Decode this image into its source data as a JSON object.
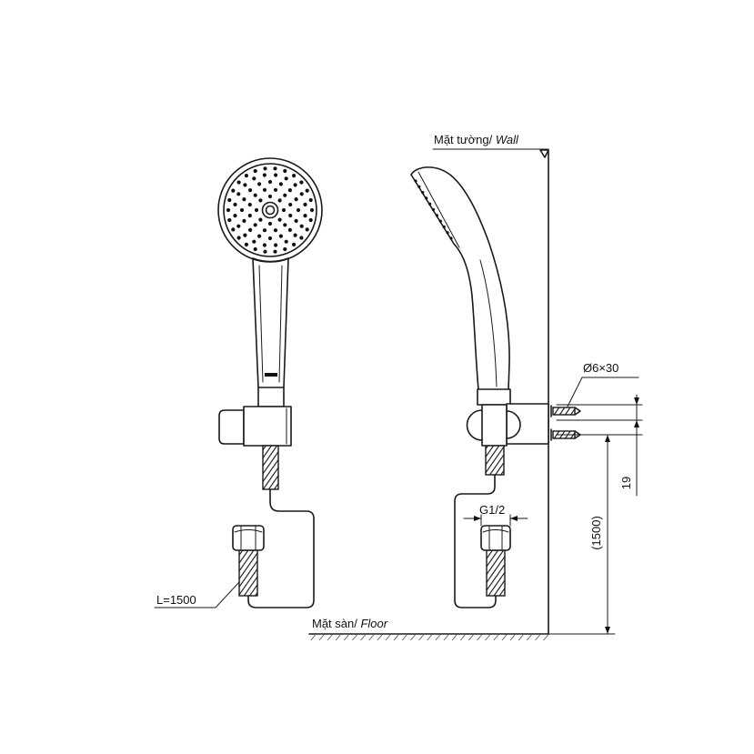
{
  "labels": {
    "wall": {
      "prefix": "Mặt tường/ ",
      "italic": "Wall"
    },
    "floor": {
      "prefix": "Mặt sàn/ ",
      "italic": "Floor"
    },
    "screw_size": "Ø6×30",
    "bracket_spacing": "19",
    "mounting_height": "(1500)",
    "thread_size": "G1/2",
    "hose_length": "L=1500"
  },
  "colors": {
    "line": "#1a1a1a",
    "background": "#ffffff"
  }
}
